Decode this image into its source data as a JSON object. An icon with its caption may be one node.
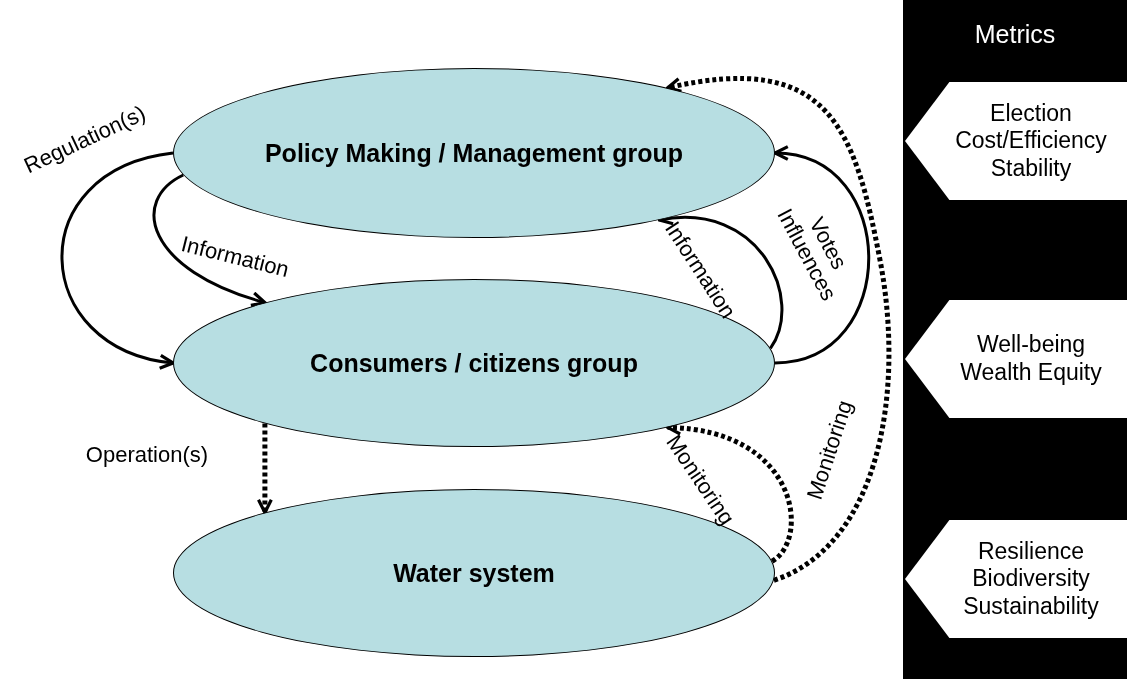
{
  "diagram": {
    "nodes": [
      {
        "text": [
          "Policy Making / Management group"
        ]
      },
      {
        "text": [
          "Consumers / citizens group"
        ]
      },
      {
        "text": [
          "Water system"
        ]
      },
      {
        "text": [
          "Metrics"
        ]
      },
      {
        "text": [
          "Election Cost/Efficiency Stability"
        ],
        "in": 3
      },
      {
        "text": [
          "Well-being Wealth Equity"
        ],
        "in": 3
      },
      {
        "text": [
          "Resilience Biodiversity Sustainability"
        ],
        "in": 3
      }
    ],
    "edges": [
      {
        "from": 0,
        "to": 1,
        "arrow": "to",
        "label": "Regulation(s)"
      },
      {
        "from": 0,
        "to": 1,
        "arrow": "to",
        "label": "Information"
      },
      {
        "from": 1,
        "to": 0,
        "arrow": "to",
        "label": "Information"
      },
      {
        "from": 1,
        "to": 0,
        "arrow": "to",
        "label": "Votes Influences"
      },
      {
        "from": 1,
        "to": 2,
        "arrow": "to",
        "label": "Operation(s)",
        "style": "dashed"
      },
      {
        "from": 2,
        "to": 1,
        "arrow": "to",
        "label": "Monitoring",
        "style": "dashed"
      },
      {
        "from": 2,
        "to": 0,
        "arrow": "to",
        "label": "Monitoring",
        "style": "dashed"
      }
    ]
  }
}
